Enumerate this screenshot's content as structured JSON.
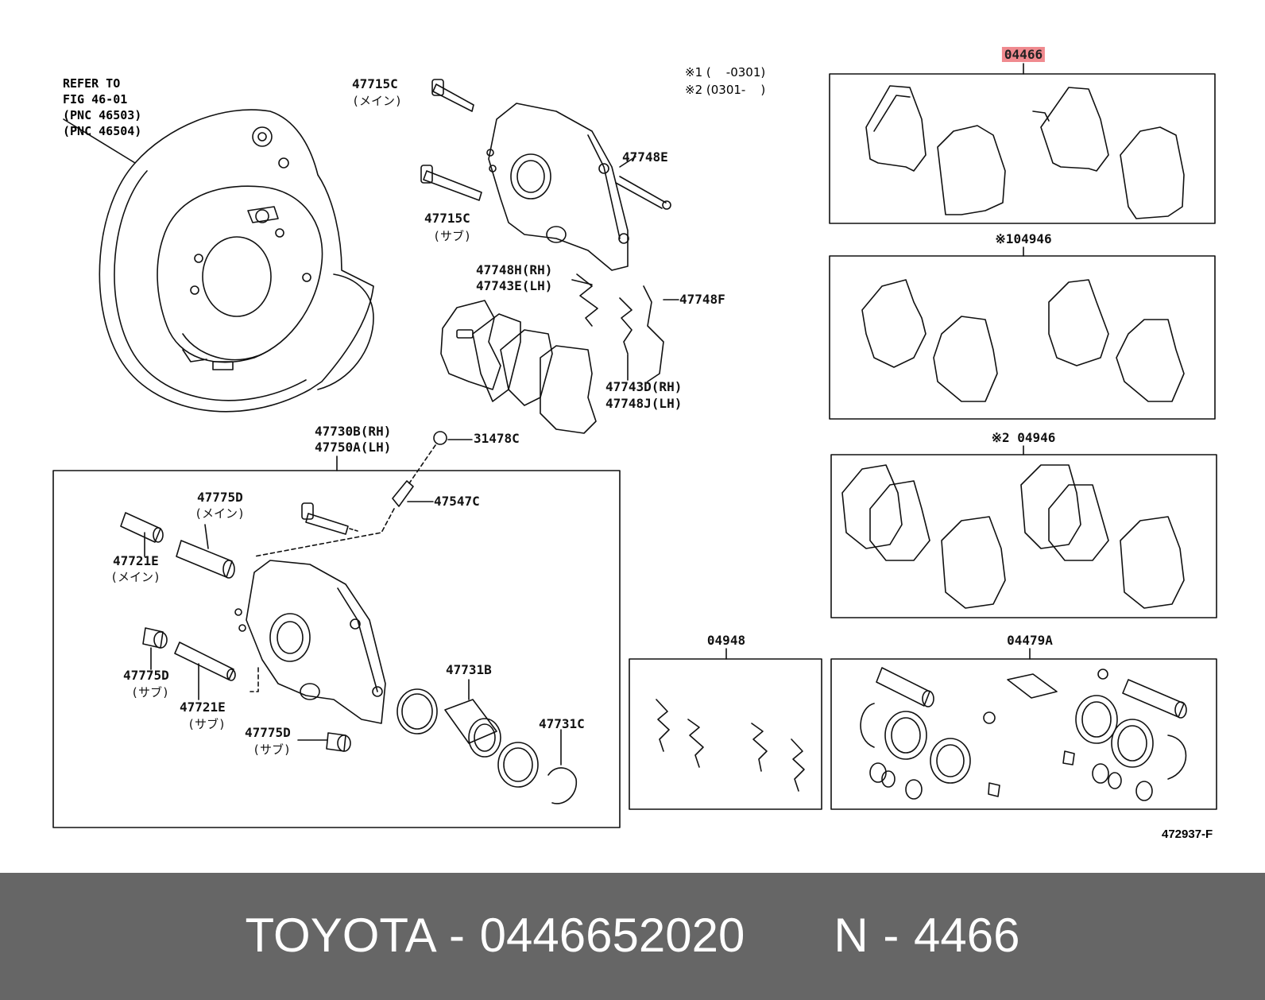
{
  "refer": {
    "lines": [
      "REFER TO",
      "FIG 46-01",
      "(PNC 46503)",
      "(PNC 46504)"
    ]
  },
  "notes": {
    "n1": "※1 (    -0301)",
    "n2": "※2 (0301-    )"
  },
  "labels": {
    "l_04466": "04466",
    "l_104946": "※104946",
    "l_204946": "※2 04946",
    "l_04948": "04948",
    "l_04479A": "04479A",
    "l_47715C_a": "47715C",
    "l_47715C_a_sub": "(メイン)",
    "l_47715C_b": "47715C",
    "l_47715C_b_sub": "(サブ)",
    "l_47748E": "47748E",
    "l_47748H": "47748H(RH)",
    "l_47743E": "47743E(LH)",
    "l_47748F": "47748F",
    "l_47743D": "47743D(RH)",
    "l_47748J": "47748J(LH)",
    "l_47730B": "47730B(RH)",
    "l_47750A": "47750A(LH)",
    "l_31478C": "31478C",
    "l_47547C": "47547C",
    "l_47775D_a": "47775D",
    "l_47775D_a_sub": "(メイン)",
    "l_47721E_a": "47721E",
    "l_47721E_a_sub": "(メイン)",
    "l_47775D_b": "47775D",
    "l_47775D_b_sub": "(サブ)",
    "l_47721E_b": "47721E",
    "l_47721E_b_sub": "(サブ)",
    "l_47775D_c": "47775D",
    "l_47775D_c_sub": "(サブ)",
    "l_47731B": "47731B",
    "l_47731C": "47731C"
  },
  "diagram_code": "472937-F",
  "footer": {
    "brand": "TOYOTA",
    "sep1": "-",
    "part_number": "0446652020",
    "prefix": "N",
    "sep2": "-",
    "ref": "4466"
  },
  "colors": {
    "highlight": "#f08a8f",
    "footer_bg": "#666666",
    "footer_text": "#ffffff"
  }
}
